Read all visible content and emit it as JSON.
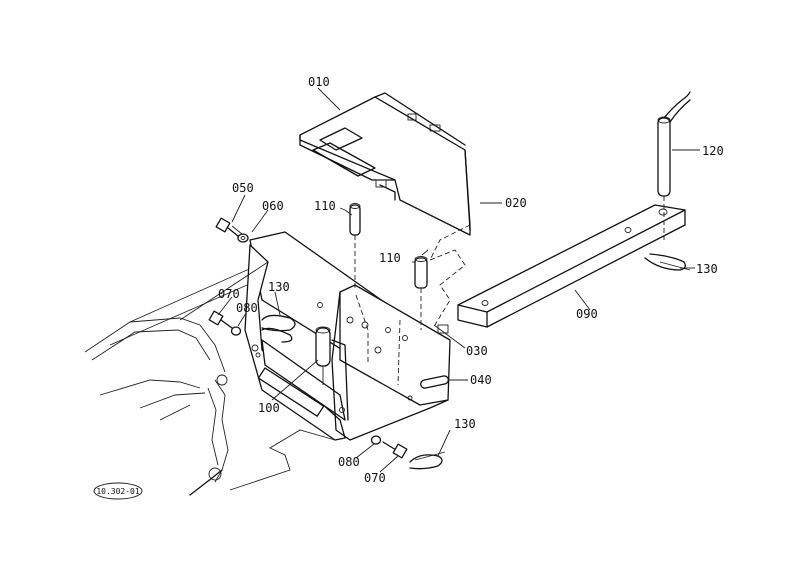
{
  "parts": {
    "p010": "010",
    "p020": "020",
    "p030": "030",
    "p040": "040",
    "p050": "050",
    "p060": "060",
    "p070a": "070",
    "p070b": "070",
    "p080a": "080",
    "p080b": "080",
    "p090": "090",
    "p100": "100",
    "p110a": "110",
    "p110b": "110",
    "p120": "120",
    "p130a": "130",
    "p130b": "130",
    "p130c": "130"
  },
  "reference_code": "10.302-01"
}
